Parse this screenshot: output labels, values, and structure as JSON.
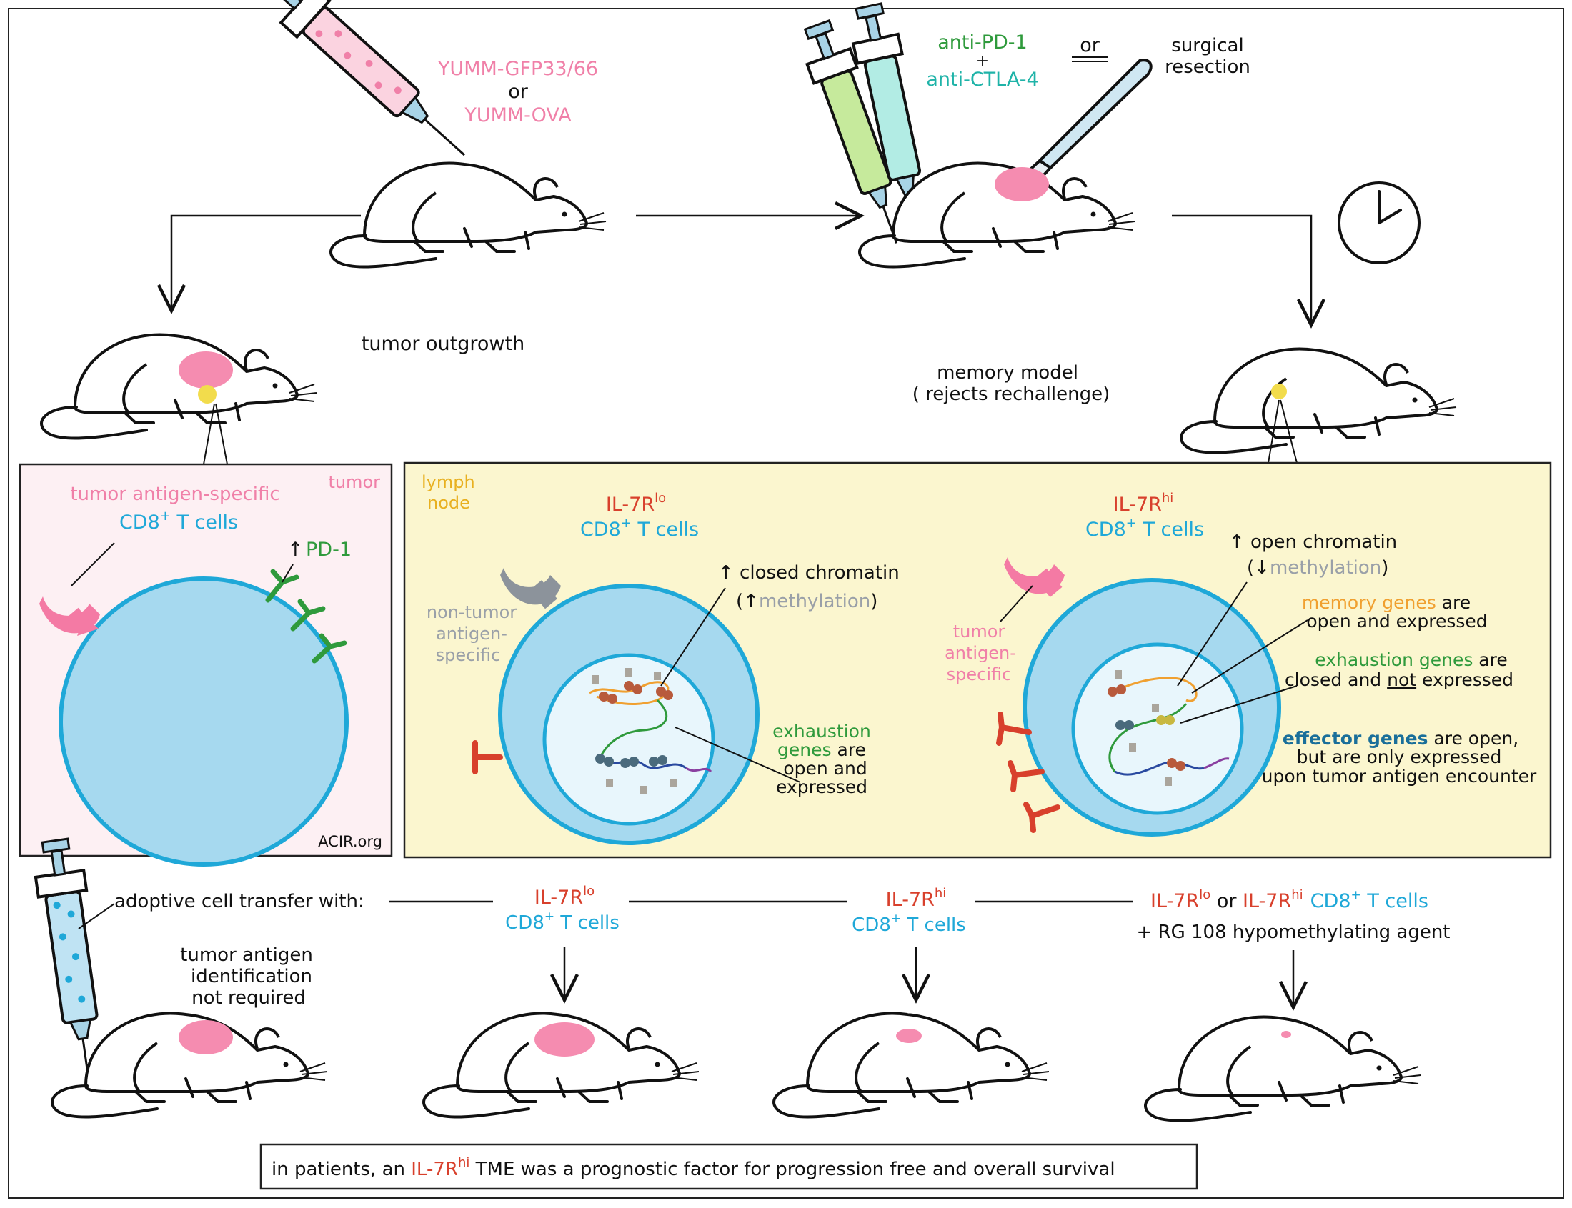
{
  "colors": {
    "pink": "#f080a8",
    "blue": "#1fa8d8",
    "red": "#d8402c",
    "green": "#2f9a3c",
    "teal": "#1fb3a8",
    "yellow": "#e8b020",
    "orange": "#f0a030",
    "gray": "#9aa0a8",
    "darkblue": "#1a6f9a",
    "panel_pink": "#fdf0f3",
    "panel_yellow": "#fbf6cf"
  },
  "top": {
    "inject1": {
      "line1": "YUMM-GFP33/66",
      "or": "or",
      "line2": "YUMM-OVA"
    },
    "treatment": {
      "line1": "anti-PD-1",
      "plus": "+",
      "line2": "anti-CTLA-4",
      "or": "or",
      "surgery1": "surgical",
      "surgery2": "resection"
    },
    "outgrowth": "tumor outgrowth",
    "memory1": "memory model",
    "memory2": "( rejects rechallenge)"
  },
  "tumor_panel": {
    "corner": "tumor",
    "title1": "tumor antigen-specific",
    "title2_main": "CD8",
    "title2_sup": "+",
    "title2_rest": " T cells",
    "pd1_arrow": "↑",
    "pd1": "PD-1",
    "credit": "ACIR.org"
  },
  "lymph_panel": {
    "corner1": "lymph",
    "corner2": "node",
    "lo": {
      "title_main": "IL-7R",
      "title_sup": "lo",
      "sub_main": "CD8",
      "sub_sup": "+",
      "sub_rest": " T cells",
      "receptor1": "non-tumor",
      "receptor2": "antigen-",
      "receptor3": "specific",
      "chrom1": "↑ closed chromatin",
      "chrom2_a": "(↑",
      "chrom2_b": "methylation",
      "chrom2_c": ")",
      "exh1": "exhaustion",
      "exh2": "genes",
      "exh2b": " are",
      "exh3": "open and",
      "exh4": "expressed"
    },
    "hi": {
      "title_main": "IL-7R",
      "title_sup": "hi",
      "sub_main": "CD8",
      "sub_sup": "+",
      "sub_rest": " T cells",
      "receptor1": "tumor",
      "receptor2": "antigen-",
      "receptor3": "specific",
      "chrom1": "↑ open chromatin",
      "chrom2_a": "(↓",
      "chrom2_b": "methylation",
      "chrom2_c": ")",
      "mem1": "memory genes",
      "mem1b": " are",
      "mem2": "open and expressed",
      "exh1": "exhaustion genes",
      "exh1b": " are",
      "exh2a": "closed and ",
      "exh2b": "not",
      "exh2c": " expressed",
      "eff1": "effector genes",
      "eff1b": " are open,",
      "eff2": "but are only expressed",
      "eff3": "upon tumor antigen encounter"
    }
  },
  "bottom": {
    "transfer": "adoptive cell transfer with:",
    "note1": "tumor antigen",
    "note2": "identification",
    "note3": "not required",
    "g1_main": "IL-7R",
    "g1_sup": "lo",
    "g1_sub": "CD8",
    "g1_subsup": "+",
    "g1_rest": " T cells",
    "g2_main": "IL-7R",
    "g2_sup": "hi",
    "g2_sub": "CD8",
    "g2_subsup": "+",
    "g2_rest": " T cells",
    "g3_a": "IL-7R",
    "g3_asup": "lo",
    "g3_or": " or ",
    "g3_b": "IL-7R",
    "g3_bsup": "hi",
    "g3_c": "CD8",
    "g3_csup": "+",
    "g3_crest": " T cells",
    "g3_line2": "+ RG 108 hypomethylating agent",
    "summary_a": "in patients,  an ",
    "summary_b": "IL-7R",
    "summary_bsup": "hi",
    "summary_c": " TME  was a prognostic factor for progression free and overall survival"
  }
}
